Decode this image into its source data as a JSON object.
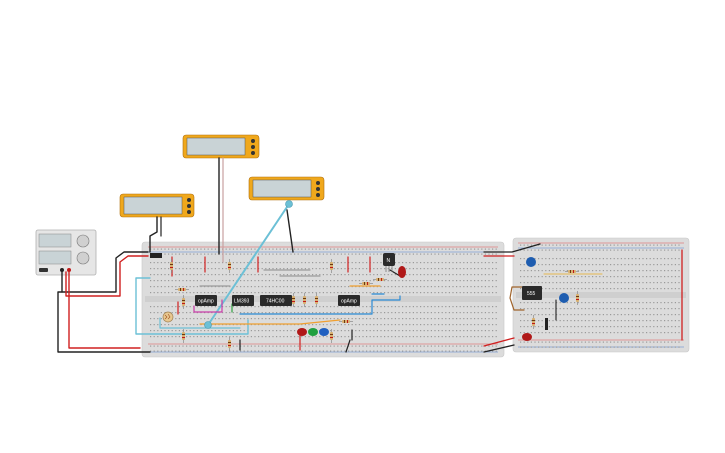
{
  "components": {
    "opamp_1": {
      "label": "opAmp"
    },
    "ic_1": {
      "label": "LM393"
    },
    "ic_2": {
      "label": "74HC00"
    },
    "opamp_2": {
      "label": "opAmp"
    },
    "transistor": {
      "label": "N"
    },
    "timer": {
      "label": "555"
    }
  },
  "colors": {
    "breadboard": "#dcdcdc",
    "multimeter_case": "#f0a81c",
    "multimeter_screen": "#c9d3d6",
    "power_supply": "#e6e6e6",
    "wire_black": "#222222",
    "wire_red": "#d02020",
    "wire_cyan": "#6cc0d6",
    "wire_orange": "#f0a030",
    "wire_blue": "#2a8ad4",
    "wire_magenta": "#c83ca8",
    "wire_brown": "#a0642c",
    "ic_body": "#2a2a2a",
    "capacitor_blue": "#1e5db0",
    "led_red": "#b01818",
    "led_green": "#20a040",
    "led_blue": "#2060c0"
  },
  "icons": {
    "multimeter": "multimeter-icon",
    "power_supply": "power-supply-icon"
  }
}
